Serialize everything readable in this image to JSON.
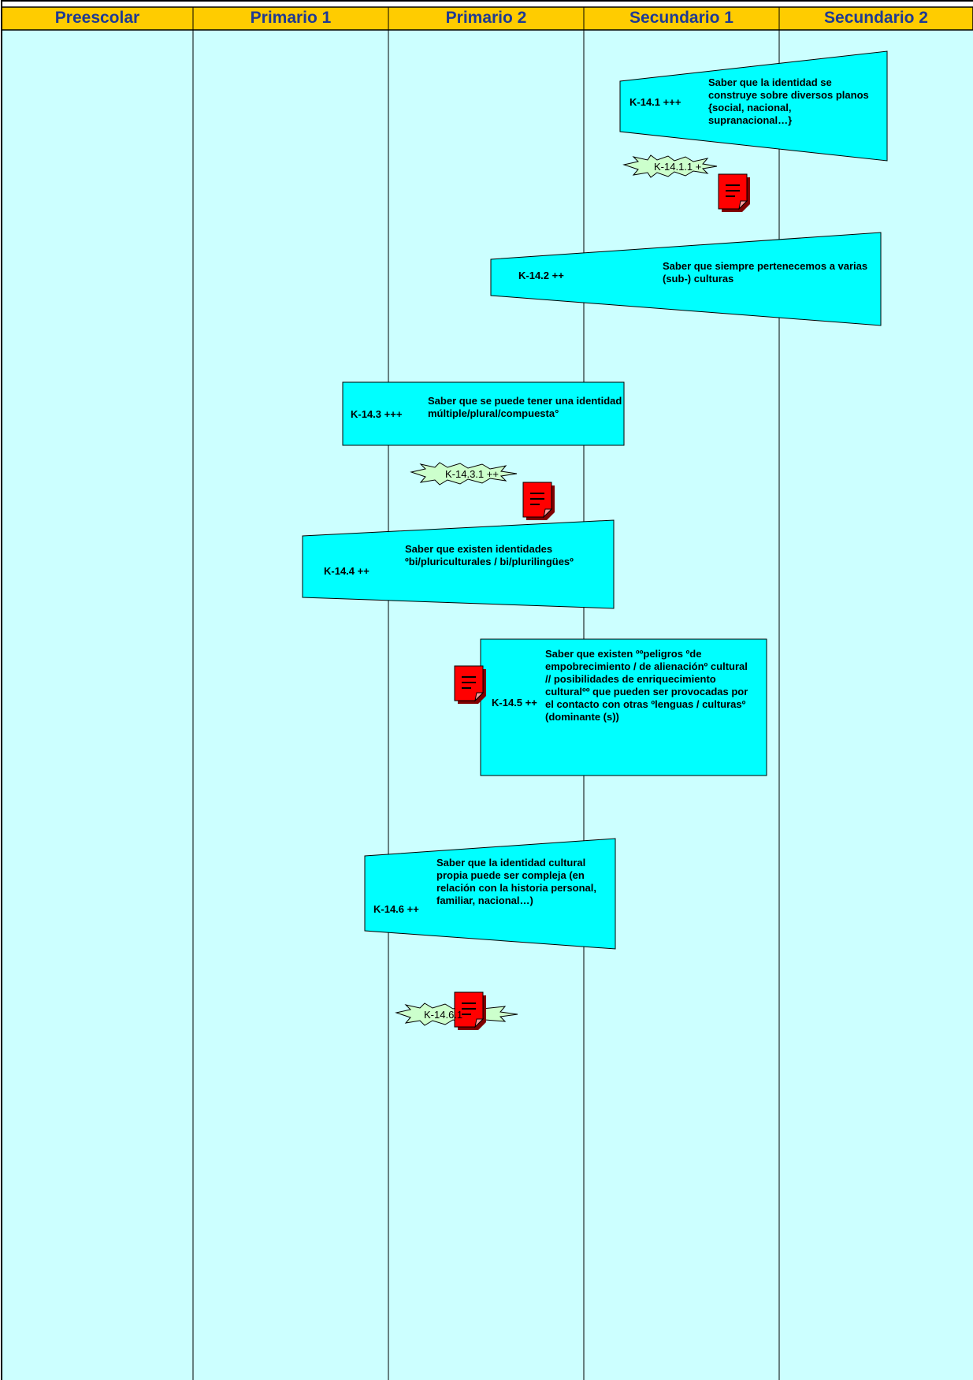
{
  "columns": [
    {
      "id": "preescolar",
      "label": "Preescolar"
    },
    {
      "id": "primario-1",
      "label": "Primario 1"
    },
    {
      "id": "primario-2",
      "label": "Primario 2"
    },
    {
      "id": "secundario-1",
      "label": "Secundario 1"
    },
    {
      "id": "secundario-2",
      "label": "Secundario 2"
    }
  ],
  "items": [
    {
      "id": "k14-1",
      "code": "K-14.1 +++",
      "text": "Saber que la identidad se construye sobre diversos planos {social, nacional, supranacional…}"
    },
    {
      "id": "k14-2",
      "code": "K-14.2 ++",
      "text": "Saber que siempre pertenecemos a varias (sub-) culturas"
    },
    {
      "id": "k14-3",
      "code": "K-14.3 +++",
      "text": "Saber que se puede tener una identidad múltiple/plural/compuesta°"
    },
    {
      "id": "k14-4",
      "code": "K-14.4 ++",
      "text": "Saber que existen identidades ºbi/pluriculturales / bi/plurilingüesº"
    },
    {
      "id": "k14-5",
      "code": "K-14.5 ++",
      "text": "Saber que existen ººpeligros ºde empobrecimiento / de alienaciónº cultural // posibilidades de enriquecimiento culturalºº que pueden ser provocadas por el contacto con otras ºlenguas / culturasº (dominante (s))"
    },
    {
      "id": "k14-6",
      "code": "K-14.6 ++",
      "text": "Saber que la identidad cultural propia puede ser compleja (en relación con la historia personal, familiar, nacional…)"
    }
  ],
  "subitems": [
    {
      "id": "k14-1-1",
      "label": "K-14.1.1 +"
    },
    {
      "id": "k14-3-1",
      "label": "K-14.3.1 ++"
    },
    {
      "id": "k14-6-1",
      "label": "K-14.6.1"
    }
  ],
  "colors": {
    "header_bg": "#ffcc00",
    "header_text": "#1f3a93",
    "column_bg": "#ccffff",
    "box_fill": "#00ffff",
    "star_fill": "#ccffcc",
    "note_fill": "#ff0000"
  }
}
